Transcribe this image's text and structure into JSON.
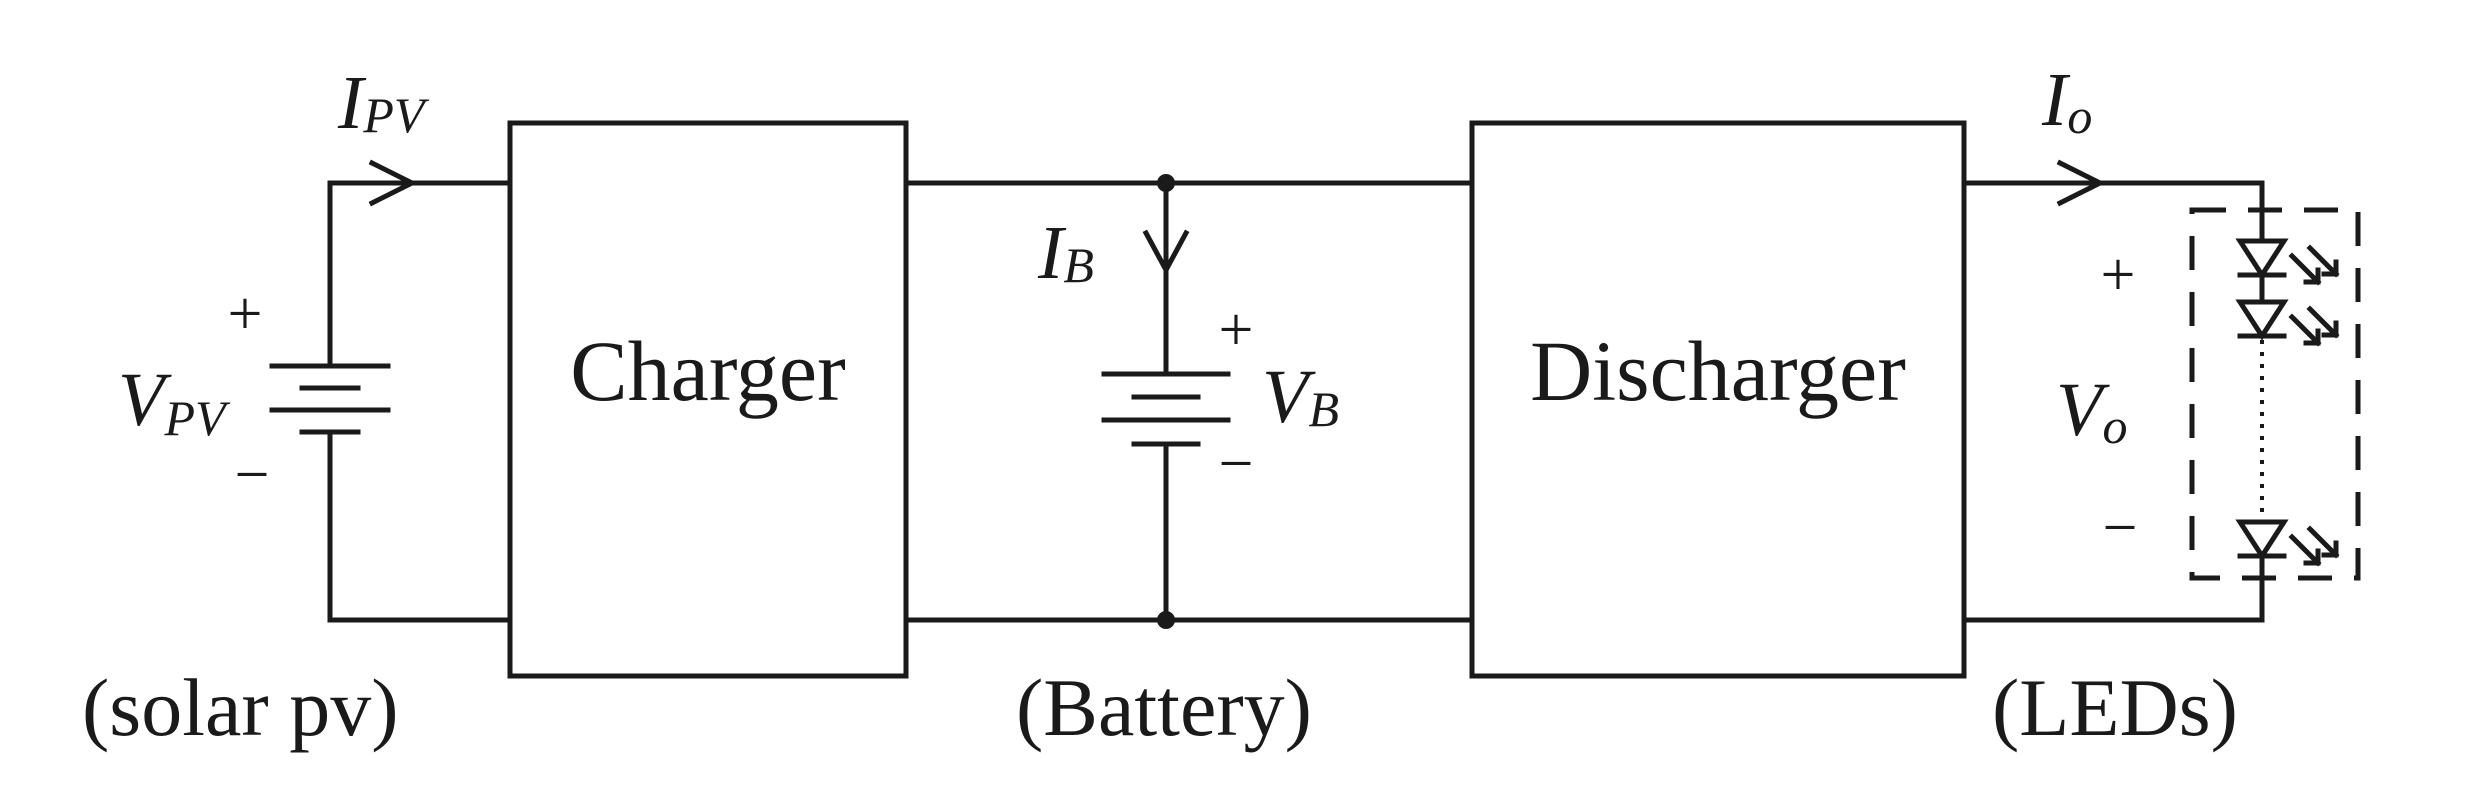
{
  "blocks": {
    "charger": "Charger",
    "discharger": "Discharger"
  },
  "labels": {
    "source": "(solar pv)",
    "battery": "(Battery)",
    "load": "(LEDs)"
  },
  "symbols": {
    "ipv_main": "I",
    "ipv_sub": "PV",
    "vpv_main": "V",
    "vpv_sub": "PV",
    "ib_main": "I",
    "ib_sub": "B",
    "vb_main": "V",
    "vb_sub": "B",
    "io_main": "I",
    "io_sub": "o",
    "vo_main": "V",
    "vo_sub": "o",
    "plus": "+",
    "minus": "−"
  },
  "colors": {
    "line": "#1a1a1a",
    "background": "#ffffff"
  }
}
